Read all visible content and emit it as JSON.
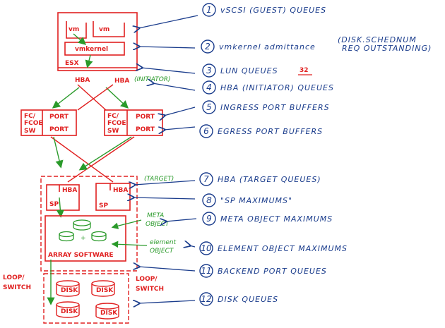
{
  "colors": {
    "red": "#e02020",
    "green": "#2a9a2a",
    "blue": "#1a3c8c"
  },
  "host": {
    "vm_1": "vm",
    "vm_2": "vm",
    "vmkernel": "vmkernel",
    "esx": "ESX",
    "hba_left": "HBA",
    "hba_right": "HBA",
    "initiator_note": "(INITIATOR)",
    "lun_queue_depth": "32"
  },
  "switches": {
    "left": {
      "fabric_line1": "FC/",
      "fabric_line2": "FCOE",
      "fabric_line3": "SW",
      "port_top": "PORT",
      "port_bottom": "PORT"
    },
    "right": {
      "fabric_line1": "FC/",
      "fabric_line2": "FCOE",
      "fabric_line3": "SW",
      "port_top": "PORT",
      "port_bottom": "PORT"
    }
  },
  "array": {
    "target_note": "(TARGET)",
    "hba_left": "HBA",
    "hba_right": "HBA",
    "sp_left": "SP",
    "sp_right": "SP",
    "plus_sign": "+",
    "software": "ARRAY SOFTWARE",
    "meta_object_line1": "META",
    "meta_object_line2": "OBJECT",
    "element_object_line1": "element",
    "element_object_line2": "OBJECT"
  },
  "backend": {
    "loop_left_line1": "LOOP/",
    "loop_left_line2": "SWITCH",
    "loop_right_line1": "LOOP/",
    "loop_right_line2": "SWITCH",
    "disk_1": "DISK",
    "disk_2": "DISK",
    "disk_3": "DISK",
    "disk_4": "DISK"
  },
  "queues": [
    {
      "num": "1",
      "label": "vSCSI (GUEST) QUEUES"
    },
    {
      "num": "2",
      "label": "vmkernel admittance",
      "note_line1": "(DISK.SCHEDNUM",
      "note_line2": "REQ OUTSTANDING)"
    },
    {
      "num": "3",
      "label": "LUN QUEUES"
    },
    {
      "num": "4",
      "label": "HBA (INITIATOR) QUEUES"
    },
    {
      "num": "5",
      "label": "INGRESS PORT BUFFERS"
    },
    {
      "num": "6",
      "label": "EGRESS PORT BUFFERS"
    },
    {
      "num": "7",
      "label": "HBA (TARGET QUEUES)"
    },
    {
      "num": "8",
      "label": "\"SP MAXIMUMS\""
    },
    {
      "num": "9",
      "label": "META OBJECT MAXIMUMS"
    },
    {
      "num": "10",
      "label": "ELEMENT OBJECT MAXIMUMS"
    },
    {
      "num": "11",
      "label": "BACKEND PORT QUEUES"
    },
    {
      "num": "12",
      "label": "DISK QUEUES"
    }
  ]
}
